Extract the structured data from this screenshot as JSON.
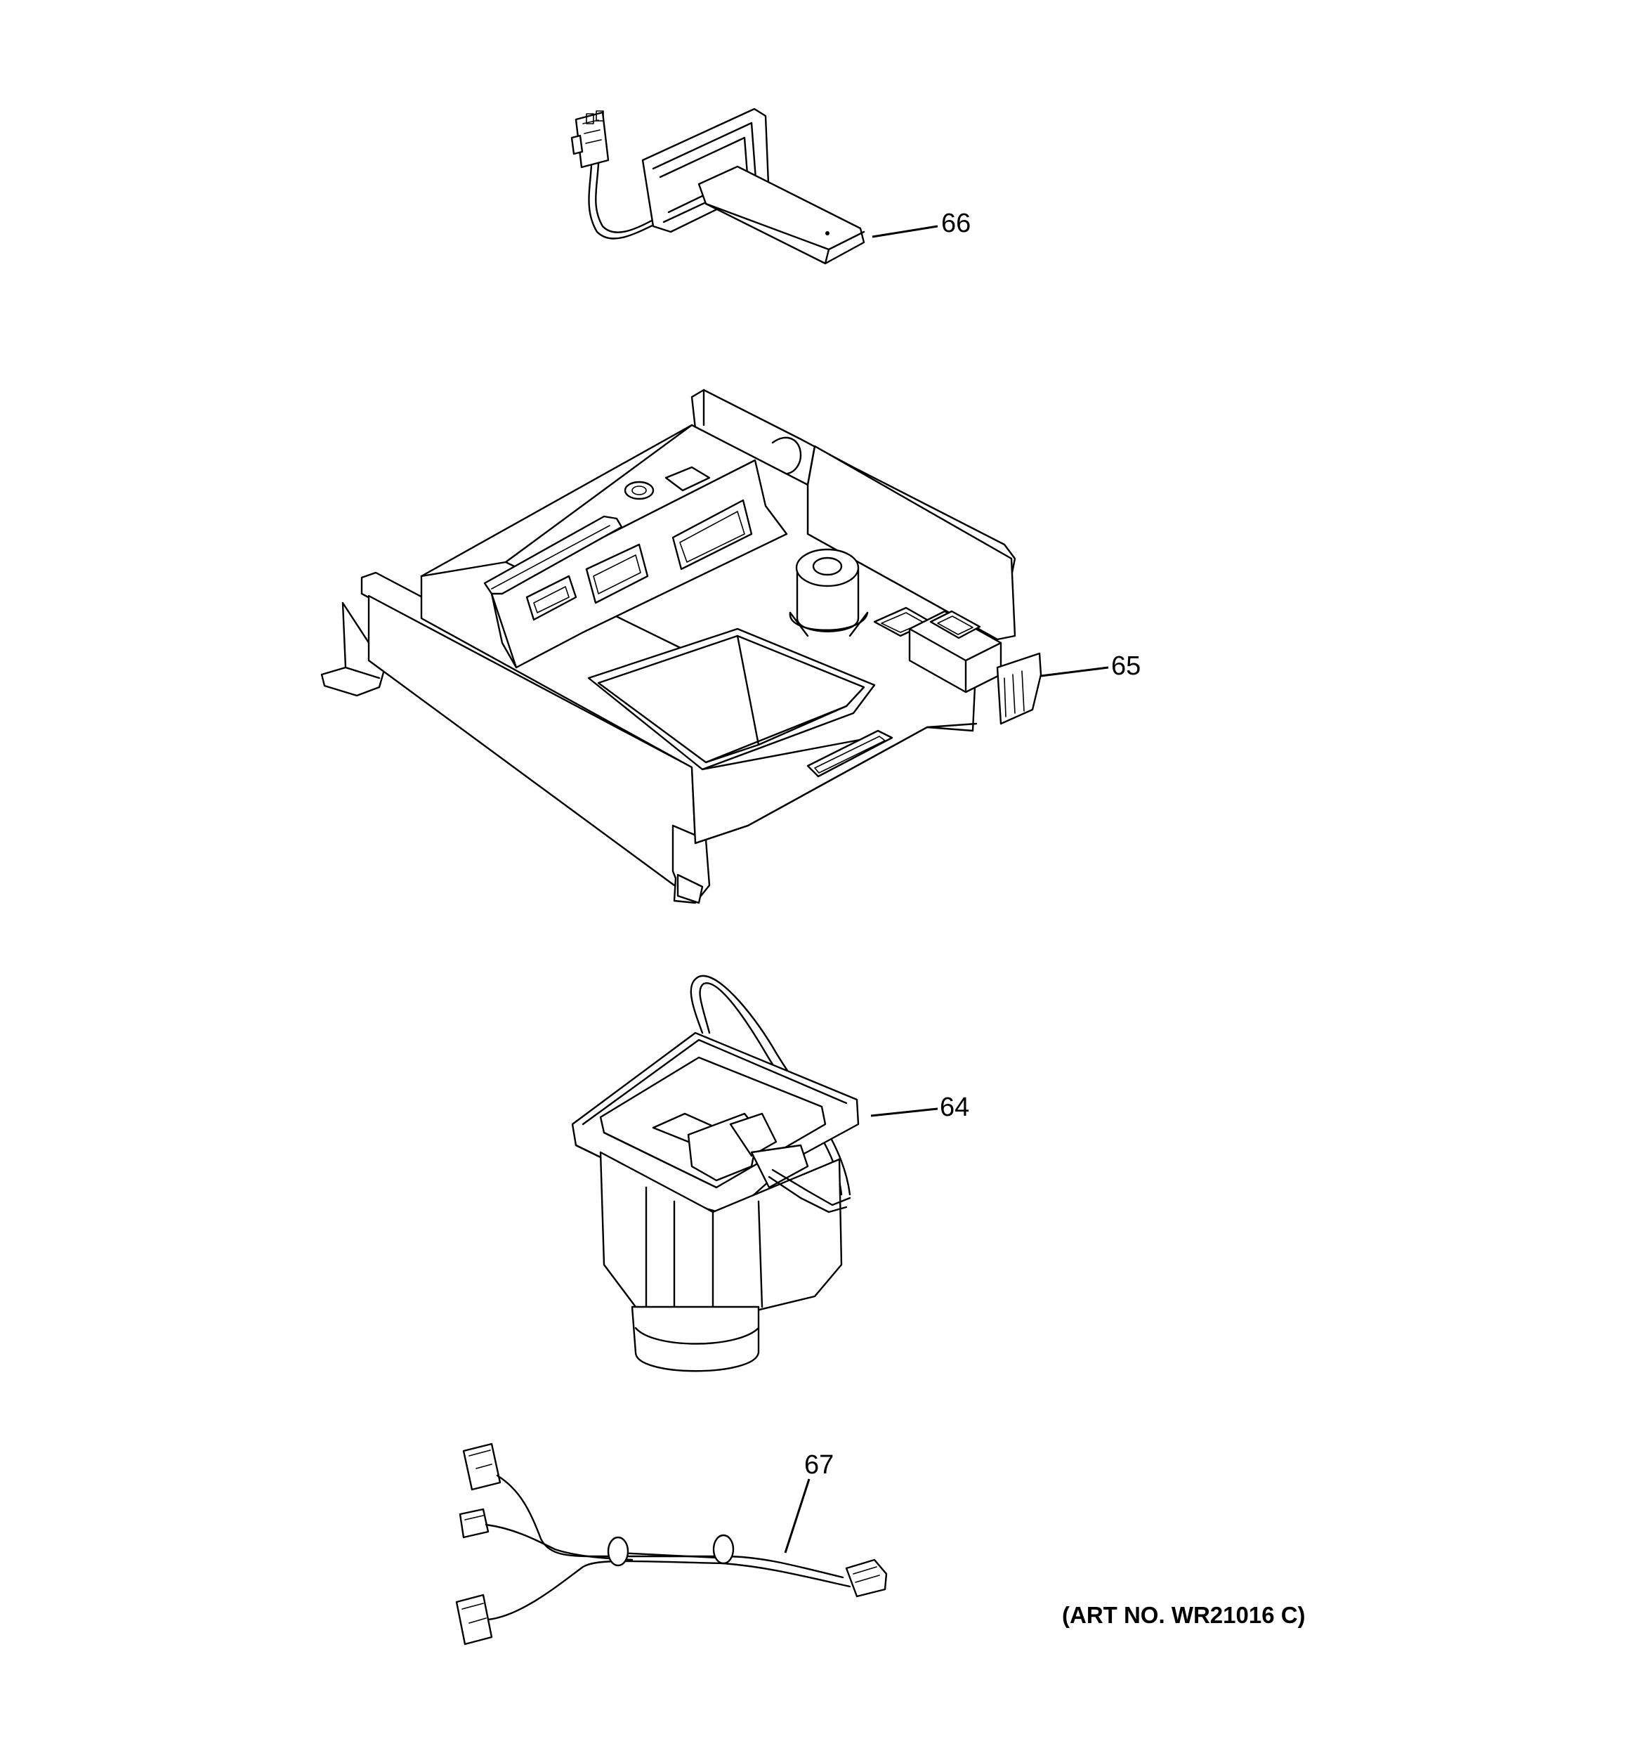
{
  "callouts": {
    "part_66": "66",
    "part_65": "65",
    "part_64": "64",
    "part_67": "67"
  },
  "art_number": "(ART NO. WR21016 C)"
}
